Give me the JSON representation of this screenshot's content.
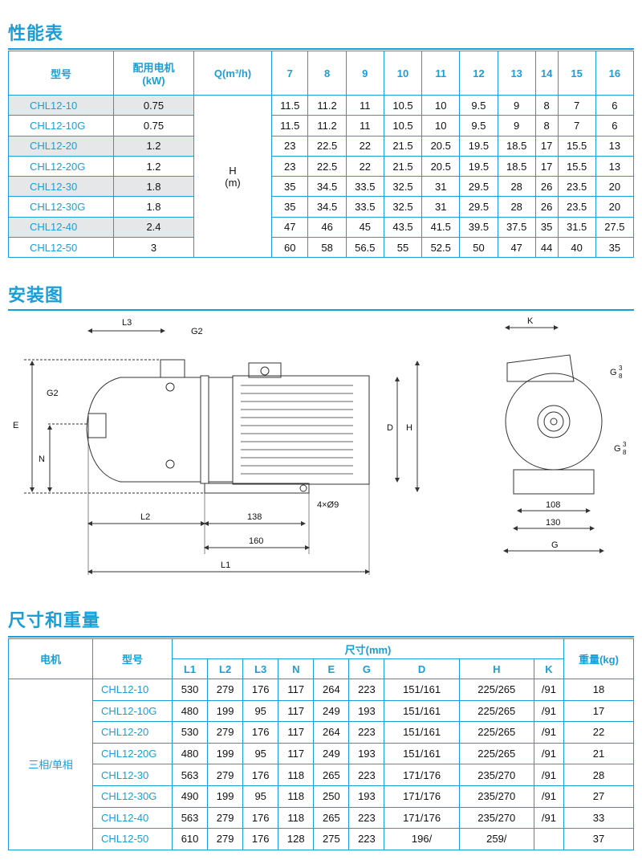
{
  "sections": {
    "performance": "性能表",
    "installation": "安装图",
    "dimensions": "尺寸和重量"
  },
  "performance_table": {
    "headers": {
      "model": "型号",
      "motor_line1": "配用电机",
      "motor_line2": "(kW)",
      "flow": "Q(m³/h)",
      "head_line1": "H",
      "head_line2": "(m)"
    },
    "flows": [
      "7",
      "8",
      "9",
      "10",
      "11",
      "12",
      "13",
      "14",
      "15",
      "16"
    ],
    "rows": [
      {
        "model": "CHL12-10",
        "power": "0.75",
        "heads": [
          "11.5",
          "11.2",
          "11",
          "10.5",
          "10",
          "9.5",
          "9",
          "8",
          "7",
          "6"
        ]
      },
      {
        "model": "CHL12-10G",
        "power": "0.75",
        "heads": [
          "11.5",
          "11.2",
          "11",
          "10.5",
          "10",
          "9.5",
          "9",
          "8",
          "7",
          "6"
        ]
      },
      {
        "model": "CHL12-20",
        "power": "1.2",
        "heads": [
          "23",
          "22.5",
          "22",
          "21.5",
          "20.5",
          "19.5",
          "18.5",
          "17",
          "15.5",
          "13"
        ]
      },
      {
        "model": "CHL12-20G",
        "power": "1.2",
        "heads": [
          "23",
          "22.5",
          "22",
          "21.5",
          "20.5",
          "19.5",
          "18.5",
          "17",
          "15.5",
          "13"
        ]
      },
      {
        "model": "CHL12-30",
        "power": "1.8",
        "heads": [
          "35",
          "34.5",
          "33.5",
          "32.5",
          "31",
          "29.5",
          "28",
          "26",
          "23.5",
          "20"
        ]
      },
      {
        "model": "CHL12-30G",
        "power": "1.8",
        "heads": [
          "35",
          "34.5",
          "33.5",
          "32.5",
          "31",
          "29.5",
          "28",
          "26",
          "23.5",
          "20"
        ]
      },
      {
        "model": "CHL12-40",
        "power": "2.4",
        "heads": [
          "47",
          "46",
          "45",
          "43.5",
          "41.5",
          "39.5",
          "37.5",
          "35",
          "31.5",
          "27.5"
        ]
      },
      {
        "model": "CHL12-50",
        "power": "3",
        "heads": [
          "60",
          "58",
          "56.5",
          "55",
          "52.5",
          "50",
          "47",
          "44",
          "40",
          "35"
        ]
      }
    ]
  },
  "drawing_labels": {
    "L3": "L3",
    "G2_top": "G2",
    "G2_side": "G2",
    "E": "E",
    "N": "N",
    "D": "D",
    "H": "H",
    "L2": "L2",
    "d138": "138",
    "d160": "160",
    "L1": "L1",
    "holes": "4×Ø9",
    "K": "K",
    "G38_top": "G",
    "G38_bot": "G",
    "frac_num": "3",
    "frac_den": "8",
    "d108": "108",
    "d130": "130",
    "G": "G"
  },
  "dimension_table": {
    "headers": {
      "motor": "电机",
      "model": "型号",
      "size": "尺寸(mm)",
      "weight": "重量(kg)",
      "cols": [
        "L1",
        "L2",
        "L3",
        "N",
        "E",
        "G",
        "D",
        "H",
        "K"
      ]
    },
    "motor_type": "三相/单相",
    "rows": [
      {
        "model": "CHL12-10",
        "vals": [
          "530",
          "279",
          "176",
          "117",
          "264",
          "223",
          "151/161",
          "225/265",
          "/91"
        ],
        "weight": "18"
      },
      {
        "model": "CHL12-10G",
        "vals": [
          "480",
          "199",
          "95",
          "117",
          "249",
          "193",
          "151/161",
          "225/265",
          "/91"
        ],
        "weight": "17"
      },
      {
        "model": "CHL12-20",
        "vals": [
          "530",
          "279",
          "176",
          "117",
          "264",
          "223",
          "151/161",
          "225/265",
          "/91"
        ],
        "weight": "22"
      },
      {
        "model": "CHL12-20G",
        "vals": [
          "480",
          "199",
          "95",
          "117",
          "249",
          "193",
          "151/161",
          "225/265",
          "/91"
        ],
        "weight": "21"
      },
      {
        "model": "CHL12-30",
        "vals": [
          "563",
          "279",
          "176",
          "118",
          "265",
          "223",
          "171/176",
          "235/270",
          "/91"
        ],
        "weight": "28"
      },
      {
        "model": "CHL12-30G",
        "vals": [
          "490",
          "199",
          "95",
          "118",
          "250",
          "193",
          "171/176",
          "235/270",
          "/91"
        ],
        "weight": "27"
      },
      {
        "model": "CHL12-40",
        "vals": [
          "563",
          "279",
          "176",
          "118",
          "265",
          "223",
          "171/176",
          "235/270",
          "/91"
        ],
        "weight": "33"
      },
      {
        "model": "CHL12-50",
        "vals": [
          "610",
          "279",
          "176",
          "128",
          "275",
          "223",
          "196/",
          "259/",
          ""
        ],
        "weight": "37"
      }
    ]
  }
}
